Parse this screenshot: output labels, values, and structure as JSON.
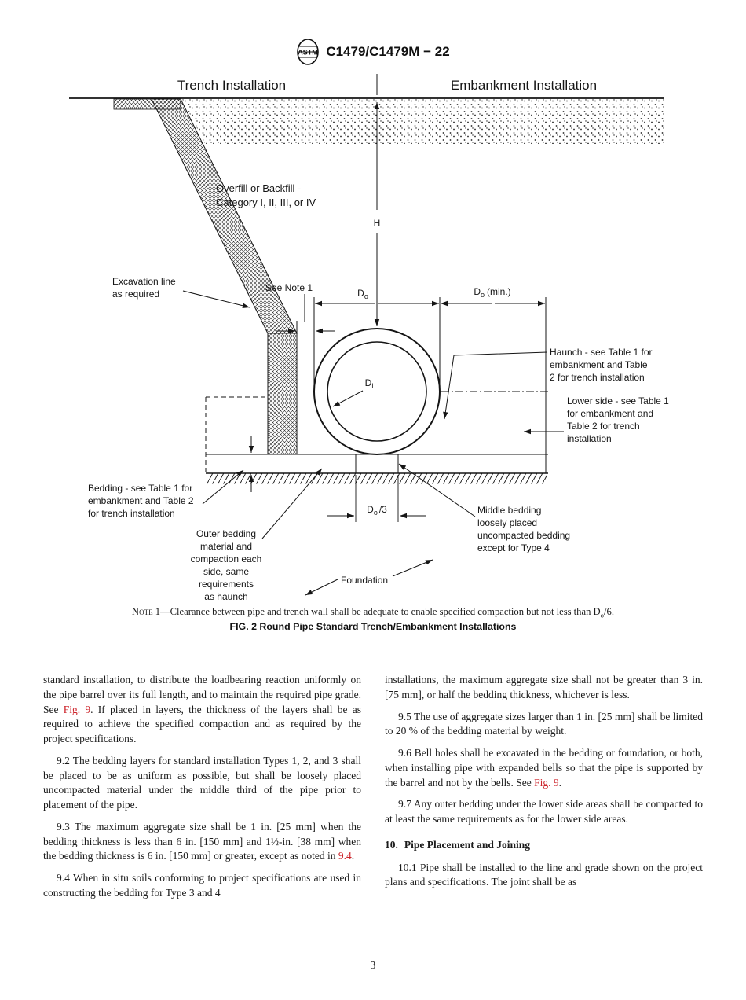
{
  "header": {
    "title": "C1479/C1479M − 22",
    "logo_text": "ASTM"
  },
  "figure": {
    "trench_header": "Trench Installation",
    "embankment_header": "Embankment Installation",
    "labels": {
      "overfill": [
        "Overfill or Backfill -",
        "Category I, II, III, or IV"
      ],
      "h": "H",
      "excavation": [
        "Excavation line",
        "as required"
      ],
      "see_note": "See Note 1",
      "d": "D",
      "sub_o": "o",
      "sub_i": "i",
      "min_label": "(min.)",
      "third_label": "/3",
      "haunch": [
        "Haunch - see Table 1 for",
        "embankment and Table",
        "2 for trench installation"
      ],
      "lower_side": [
        "Lower side - see Table 1",
        "for embankment and",
        "Table 2 for trench",
        "installation"
      ],
      "bedding": [
        "Bedding - see Table 1 for",
        "embankment and Table 2",
        "for trench installation"
      ],
      "outer_bedding": [
        "Outer bedding",
        "material and",
        "compaction each",
        "side, same",
        "requirements",
        "as haunch"
      ],
      "middle_bedding": [
        "Middle bedding",
        "loosely placed",
        "uncompacted bedding",
        "except for Type 4"
      ],
      "foundation": "Foundation"
    },
    "note": {
      "label": "Note 1—",
      "body": "Clearance between pipe and trench wall shall be adequate to enable specified compaction but not less than D",
      "sub": "o",
      "tail": "/6."
    },
    "caption": "FIG. 2 Round Pipe Standard Trench/Embankment Installations"
  },
  "body": {
    "left": {
      "p1a": "standard installation, to distribute the loadbearing reaction uniformly on the pipe barrel over its full length, and to maintain the required pipe grade. See ",
      "p1link": "Fig. 9",
      "p1b": ". If placed in layers, the thickness of the layers shall be as required to achieve the specified compaction and as required by the project specifications.",
      "p2": "9.2 The bedding layers for standard installation Types 1, 2, and 3 shall be placed to be as uniform as possible, but shall be loosely placed uncompacted material under the middle third of the pipe prior to placement of the pipe.",
      "p3a": "9.3 The maximum aggregate size shall be 1 in. [25 mm] when the bedding thickness is less than 6 in. [150 mm] and 1½-in. [38 mm] when the bedding thickness is 6 in. [150 mm] or greater, except as noted in ",
      "p3link": "9.4",
      "p3b": ".",
      "p4": "9.4 When in situ soils conforming to project specifications are used in constructing the bedding for Type 3 and 4"
    },
    "right": {
      "p1": "installations, the maximum aggregate size shall not be greater than 3 in. [75 mm], or half the bedding thickness, whichever is less.",
      "p2": "9.5 The use of aggregate sizes larger than 1 in. [25 mm] shall be limited to 20 % of the bedding material by weight.",
      "p3a": "9.6 Bell holes shall be excavated in the bedding or foundation, or both, when installing pipe with expanded bells so that the pipe is supported by the barrel and not by the bells. See ",
      "p3link": "Fig. 9",
      "p3b": ".",
      "p4": "9.7 Any outer bedding under the lower side areas shall be compacted to at least the same requirements as for the lower side areas.",
      "h10num": "10.",
      "h10title": "Pipe Placement and Joining",
      "p5": "10.1 Pipe shall be installed to the line and grade shown on the project plans and specifications. The joint shall be as"
    }
  },
  "page_number": "3",
  "colors": {
    "link": "#cc2128"
  }
}
